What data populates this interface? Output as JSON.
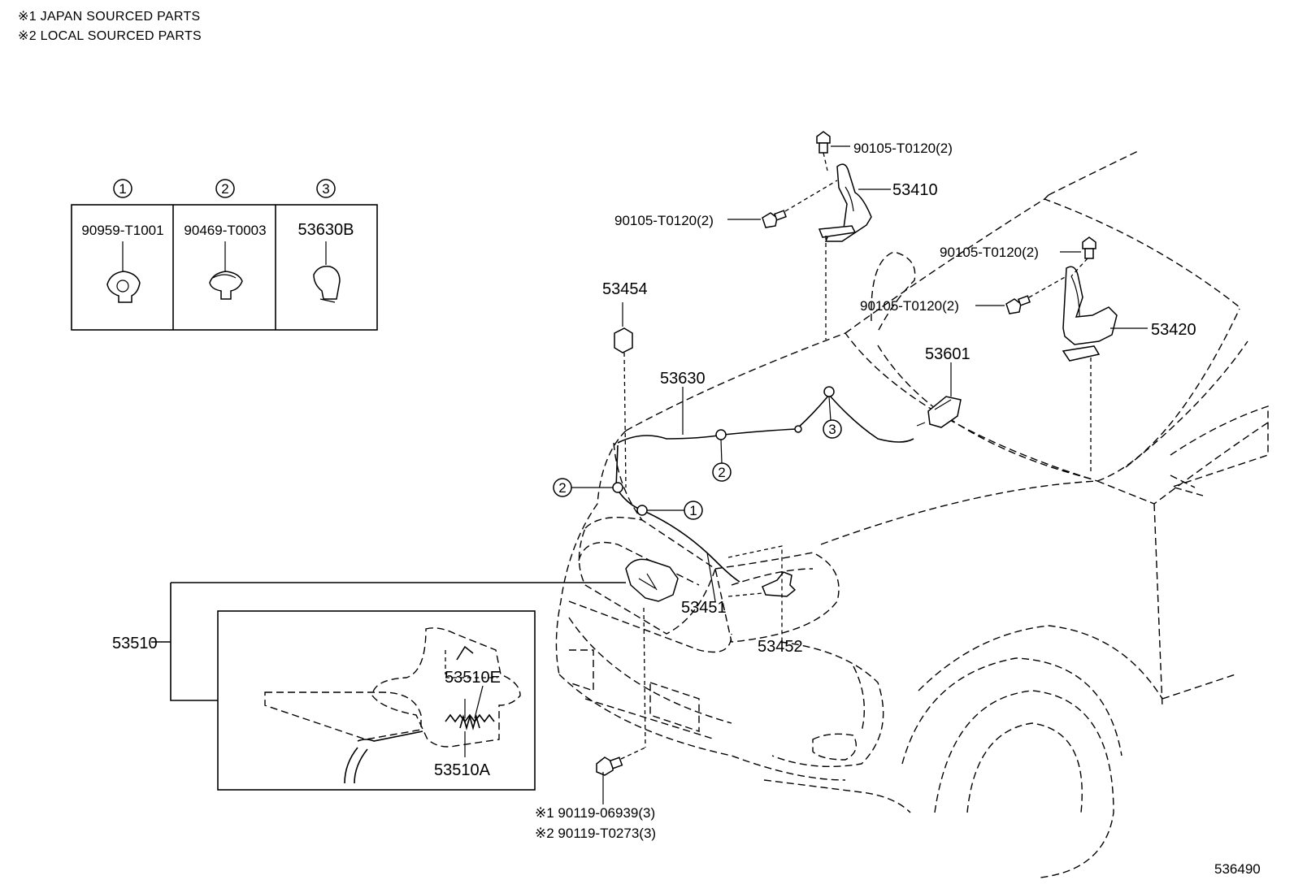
{
  "notes": {
    "note1": "※1 JAPAN SOURCED PARTS",
    "note2": "※2 LOCAL SOURCED PARTS"
  },
  "legend_table": {
    "columns": [
      {
        "marker": "1",
        "part": "90959-T1001"
      },
      {
        "marker": "2",
        "part": "90469-T0003"
      },
      {
        "marker": "3",
        "part": "53630B"
      }
    ]
  },
  "callouts": {
    "bolt_top": "90105-T0120(2)",
    "bolt_left_53410": "90105-T0120(2)",
    "p53410": "53410",
    "bolt_right_top": "90105-T0120(2)",
    "bolt_right_mid": "90105-T0120(2)",
    "p53420": "53420",
    "p53454": "53454",
    "p53601": "53601",
    "p53630": "53630",
    "marker3": "3",
    "marker2_top": "2",
    "marker2_left": "2",
    "marker1": "1",
    "p53451": "53451",
    "p53452": "53452",
    "p53510": "53510",
    "p53510E": "53510E",
    "p53510A": "53510A",
    "bolt_bottom_1": "※1 90119-06939(3)",
    "bolt_bottom_2": "※2 90119-T0273(3)"
  },
  "figure_id": "536490"
}
